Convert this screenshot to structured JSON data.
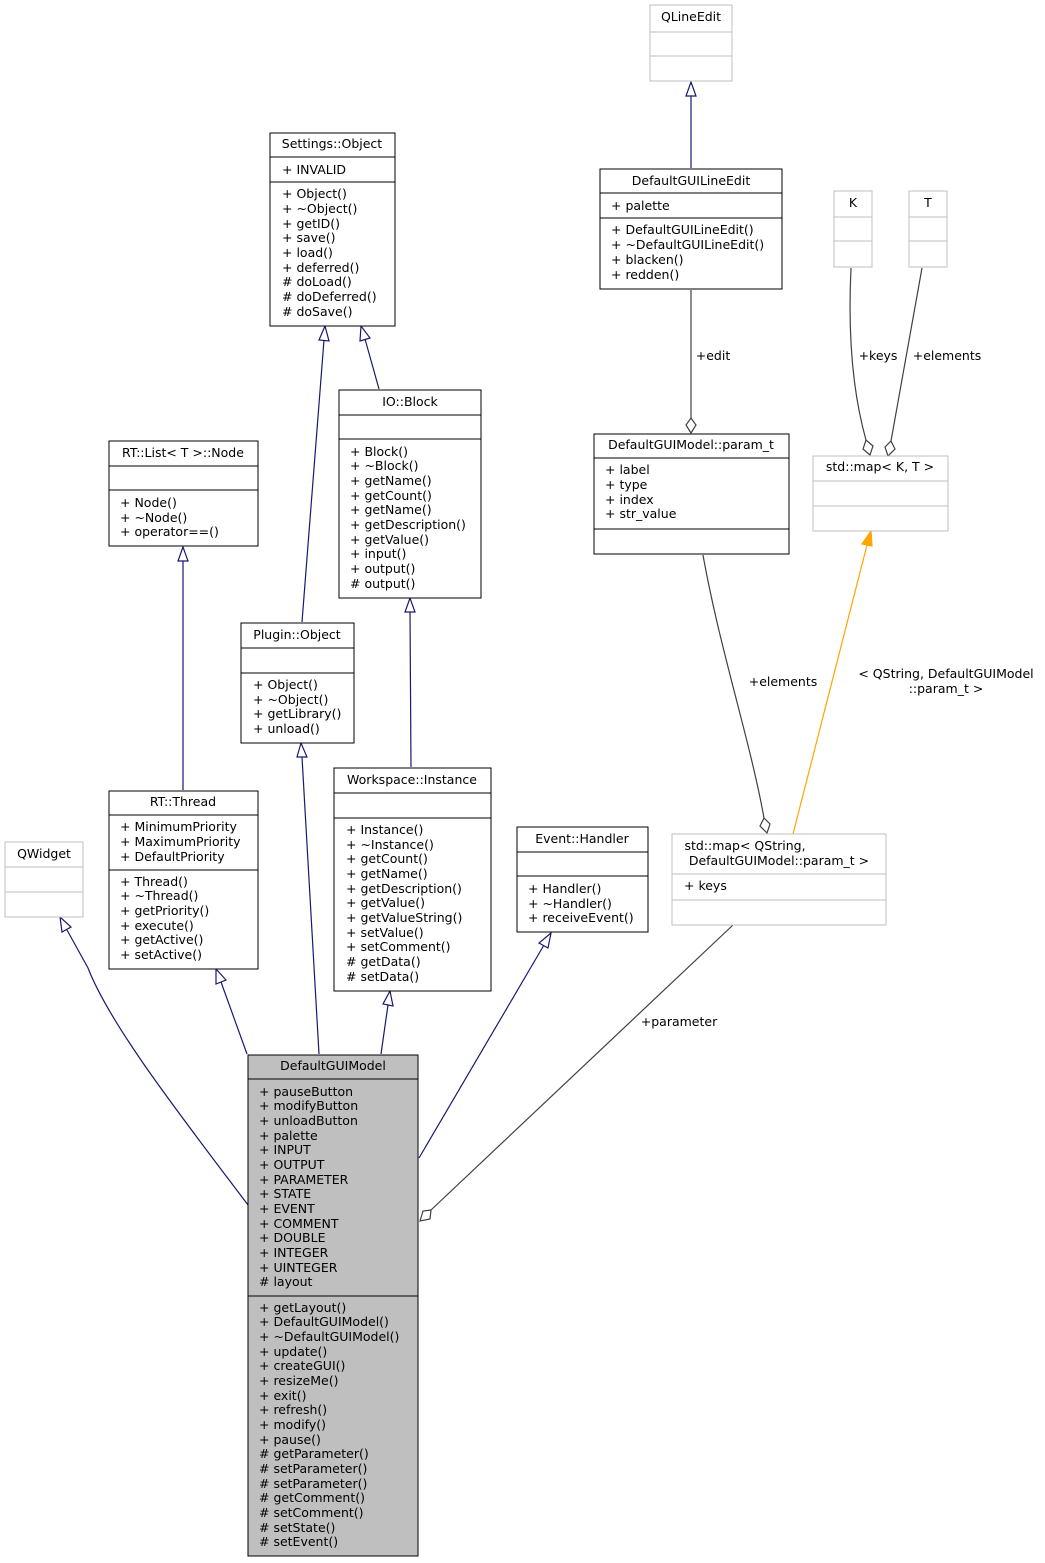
{
  "colors": {
    "inheritance_edge": "#191970",
    "association_edge": "#404040",
    "template_edge": "#ffa500",
    "highlight_fill": "#bfbfbf",
    "undocumented_border": "#bfbfbf"
  },
  "classes": {
    "qlineedit": {
      "title": "QLineEdit",
      "attributes": [],
      "methods": []
    },
    "settings_object": {
      "title": "Settings::Object",
      "attributes": [
        "+ INVALID"
      ],
      "methods": [
        "+ Object()",
        "+ ~Object()",
        "+ getID()",
        "+ save()",
        "+ load()",
        "+ deferred()",
        "# doLoad()",
        "# doDeferred()",
        "# doSave()"
      ]
    },
    "defaultgui_lineedit": {
      "title": "DefaultGUILineEdit",
      "attributes": [
        "+ palette"
      ],
      "methods": [
        "+ DefaultGUILineEdit()",
        "+ ~DefaultGUILineEdit()",
        "+ blacken()",
        "+ redden()"
      ]
    },
    "k": {
      "title": "K",
      "attributes": [],
      "methods": []
    },
    "t": {
      "title": "T",
      "attributes": [],
      "methods": []
    },
    "io_block": {
      "title": "IO::Block",
      "attributes": [],
      "methods": [
        "+ Block()",
        "+ ~Block()",
        "+ getName()",
        "+ getCount()",
        "+ getName()",
        "+ getDescription()",
        "+ getValue()",
        "+ input()",
        "+ output()",
        "# output()"
      ]
    },
    "rt_list_node": {
      "title": "RT::List< T >::Node",
      "attributes": [],
      "methods": [
        "+ Node()",
        "+ ~Node()",
        "+ operator==()"
      ]
    },
    "param_t": {
      "title": "DefaultGUIModel::param_t",
      "attributes": [
        "+ label",
        "+ type",
        "+ index",
        "+ str_value"
      ],
      "methods": []
    },
    "std_map_kt": {
      "title": "std::map< K, T >",
      "attributes": [],
      "methods": []
    },
    "plugin_object": {
      "title": "Plugin::Object",
      "attributes": [],
      "methods": [
        "+ Object()",
        "+ ~Object()",
        "+ getLibrary()",
        "+ unload()"
      ]
    },
    "workspace_instance": {
      "title": "Workspace::Instance",
      "attributes": [],
      "methods": [
        "+ Instance()",
        "+ ~Instance()",
        "+ getCount()",
        "+ getName()",
        "+ getDescription()",
        "+ getValue()",
        "+ getValueString()",
        "+ setValue()",
        "+ setComment()",
        "# getData()",
        "# setData()"
      ]
    },
    "rt_thread": {
      "title": "RT::Thread",
      "attributes": [
        "+ MinimumPriority",
        "+ MaximumPriority",
        "+ DefaultPriority"
      ],
      "methods": [
        "+ Thread()",
        "+ ~Thread()",
        "+ getPriority()",
        "+ execute()",
        "+ getActive()",
        "+ setActive()"
      ]
    },
    "event_handler": {
      "title": "Event::Handler",
      "attributes": [],
      "methods": [
        "+ Handler()",
        "+ ~Handler()",
        "+ receiveEvent()"
      ]
    },
    "std_map_qstring": {
      "title": [
        "std::map< QString,",
        "DefaultGUIModel::param_t >"
      ],
      "attributes": [
        "+ keys"
      ],
      "methods": []
    },
    "qwidget": {
      "title": "QWidget",
      "attributes": [],
      "methods": []
    },
    "defaultguimodel": {
      "title": "DefaultGUIModel",
      "attributes": [
        "+ pauseButton",
        "+ modifyButton",
        "+ unloadButton",
        "+ palette",
        "+ INPUT",
        "+ OUTPUT",
        "+ PARAMETER",
        "+ STATE",
        "+ EVENT",
        "+ COMMENT",
        "+ DOUBLE",
        "+ INTEGER",
        "+ UINTEGER",
        "# layout"
      ],
      "methods": [
        "+ getLayout()",
        "+ DefaultGUIModel()",
        "+ ~DefaultGUIModel()",
        "+ update()",
        "+ createGUI()",
        "+ resizeMe()",
        "+ exit()",
        "+ refresh()",
        "+ modify()",
        "+ pause()",
        "# getParameter()",
        "# setParameter()",
        "# setParameter()",
        "# getComment()",
        "# setComment()",
        "# setState()",
        "# setEvent()"
      ]
    }
  },
  "edge_labels": {
    "edit": "+edit",
    "keys": "+keys",
    "elements_kt": "+elements",
    "elements_param": "+elements",
    "template_args": [
      "< QString, DefaultGUIModel",
      "::param_t >"
    ],
    "parameter": "+parameter"
  }
}
